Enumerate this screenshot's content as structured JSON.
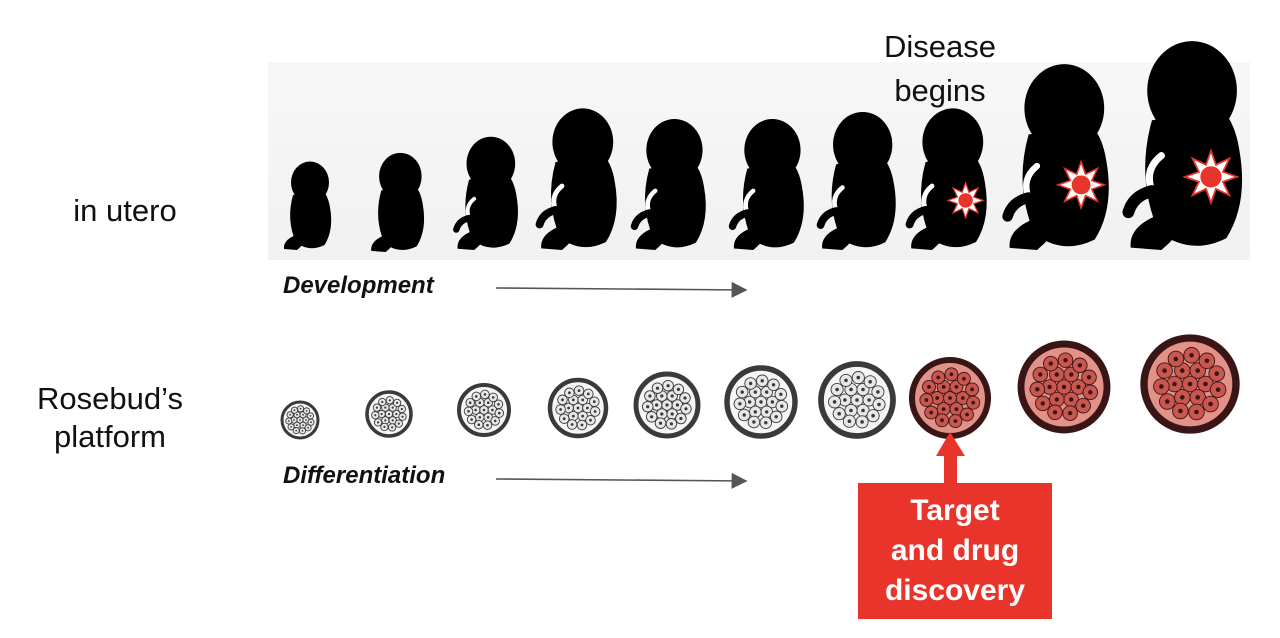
{
  "labels": {
    "in_utero": "in utero",
    "platform": "Rosebud’s platform",
    "disease": "Disease begins",
    "development": "Development",
    "differentiation": "Differentiation",
    "target_lines": [
      "Target",
      "and drug",
      "discovery"
    ]
  },
  "embryos": {
    "count": 10,
    "diseased_from": 8
  },
  "organoids": {
    "count": 10,
    "diseased_from": 8
  },
  "colors": {
    "silhouette": "#000000",
    "lesion": "#e8342a",
    "healthy_organoid_rim": "#3a3a3a",
    "healthy_organoid_cell": "#e8e8e8",
    "diseased_organoid_rim": "#3a1515",
    "diseased_organoid_cell": "#c9574f",
    "target_box": "#e8342a",
    "arrow": "#555555"
  },
  "icons": [
    "embryo-silhouette-icon",
    "organoid-icon",
    "disease-star-icon",
    "arrow-right-icon",
    "arrow-up-icon"
  ]
}
